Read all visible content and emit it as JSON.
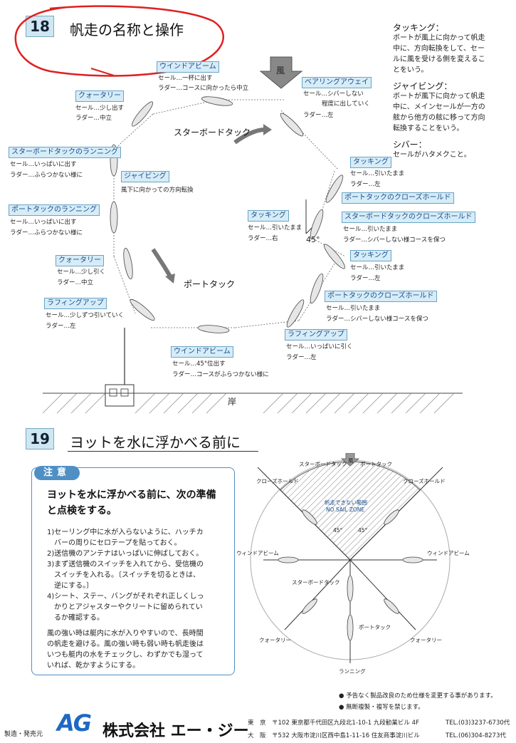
{
  "section18": {
    "number": "18",
    "title": "帆走の名称と操作",
    "wind": "風",
    "starboard_tack": "スターボードタック",
    "port_tack": "ポートタック",
    "shore": "岸",
    "angle45": "45°",
    "labels": {
      "windabeam_top": "ウインドアビーム",
      "windabeam_top_l1": "セール…一杯に出す",
      "windabeam_top_l2": "ラダー…コースに向かったら中立",
      "quartering_top": "クォータリー",
      "quartering_top_l1": "セール…少し出す",
      "quartering_top_l2": "ラダー…中立",
      "bearaway": "ベアリングアウェイ",
      "bearaway_l1": "セール…シバーしない",
      "bearaway_l2": "程度に出していく",
      "bearaway_l3": "ラダー…左",
      "sb_running": "スターボードタックのランニング",
      "sb_running_l1": "セール…いっぱいに出す",
      "sb_running_l2": "ラダー…ふらつかない様に",
      "jibing": "ジャイビング",
      "jibing_l1": "風下に向かっての方向転換",
      "p_running": "ポートタックのランニング",
      "p_running_l1": "セール…いっぱいに出す",
      "p_running_l2": "ラダー…ふらつかない様に",
      "tacking_r1": "タッキング",
      "tacking_r1_l1": "セール…引いたまま",
      "tacking_r1_l2": "ラダー…左",
      "p_closehauled_r1": "ポートタックのクローズホールド",
      "sb_closehauled": "スターボードタックのクローズホールド",
      "sb_closehauled_l1": "セール…引いたまま",
      "sb_closehauled_l2": "ラダー…シバーしない様コースを保つ",
      "tacking_mid": "タッキング",
      "tacking_mid_l1": "セール…引いたまま",
      "tacking_mid_l2": "ラダー…右",
      "quartering_low": "クォータリー",
      "quartering_low_l1": "セール…少し引く",
      "quartering_low_l2": "ラダー…中立",
      "tacking_r2": "タッキング",
      "tacking_r2_l1": "セール…引いたまま",
      "tacking_r2_l2": "ラダー…左",
      "p_closehauled_r2": "ポートタックのクローズホールド",
      "p_closehauled_r2_l1": "セール…引いたまま",
      "p_closehauled_r2_l2": "ラダー…シバーしない様コースを保つ",
      "luffing_left": "ラフィングアップ",
      "luffing_left_l1": "セール…少しずつ引いていく",
      "luffing_left_l2": "ラダー…左",
      "luffing_right": "ラフィングアップ",
      "luffing_right_l1": "セール…いっぱいに引く",
      "luffing_right_l2": "ラダー…左",
      "windabeam_bottom": "ウインドアビーム",
      "windabeam_bottom_l1": "セール…45°位出す",
      "windabeam_bottom_l2": "ラダー…コースがふらつかない様に"
    },
    "definitions": {
      "tacking_head": "タッキング：",
      "tacking_lines": [
        "ボートが風上に向かって帆走",
        "中に、方向転換をして、セー",
        "ルに風を受ける側を変えるこ",
        "とをいう。"
      ],
      "jibing_head": "ジャイビング：",
      "jibing_lines": [
        "ボートが風下に向かって帆走",
        "中に、メインセールが一方の",
        "舷から他方の舷に移って方向",
        "転換することをいう。"
      ],
      "shiver_head": "シバー：",
      "shiver_lines": [
        "セールがハタメクこと。"
      ]
    }
  },
  "section19": {
    "number": "19",
    "title": "ヨットを水に浮かべる前に",
    "caution_label": "注意",
    "caution_lead": [
      "ヨットを水に浮かべる前に、次の準備",
      "と点検をする。"
    ],
    "items": [
      "1)セーリング中に水が入らないように、ハッチカ",
      "　バーの周りにセロテープを貼っておく。",
      "2)送信機のアンテナはいっぱいに伸ばしておく。",
      "3)まず送信機のスイッチを入れてから、受信機の",
      "　スイッチを入れる。〔スイッチを切るときは、",
      "　逆にする。〕",
      "4)シート、ステー、バングがそれぞれ正しくしっ",
      "　かりとアジャスターやクリートに留められてい",
      "　るか確認する。"
    ],
    "notes": [
      "風の強い時は艇内に水が入りやすいので、長時間",
      "の帆走を避ける。風の強い時も弱い時も帆走後は",
      "いつも艇内の水をチェックし、わずかでも湿って",
      "いれば、乾かすようにする。"
    ],
    "diagram": {
      "wind": "風",
      "starboard_tack_top": "スターボードタック",
      "port_tack_top": "ポートタック",
      "closehauled_left": "クローズホールド",
      "closehauled_right": "クローズホールド",
      "nosail_jp": "帆走できない範囲",
      "nosail_en": "NO SAIL ZONE",
      "angle_left": "45°",
      "angle_right": "45°",
      "windabeam_left": "ウィンドアビーム",
      "windabeam_right": "ウィンドアビーム",
      "starboard_tack_mid": "スターボードタック",
      "port_tack_mid": "ポートタック",
      "quartering_left": "クォータリー",
      "quartering_right": "クォータリー",
      "running": "ランニング"
    }
  },
  "footer": {
    "note1": "● 予告なく製品改良のため仕様を変更する事があります。",
    "note2": "● 無断複製・複写を禁じます。",
    "maker_label": "製造・発売元",
    "logo": "AG",
    "company": "株式会社 エー・ジー",
    "tokyo": "東　京　〒102 東京都千代田区九段北1-10-1 九段勧業ビル 4F",
    "tokyo_tel": "TEL.(03)3237-6730代",
    "osaka": "大　阪　〒532 大阪市淀川区西中島1-11-16 住友商事淀川ビル",
    "osaka_tel": "TEL.(06)304-8273代"
  },
  "colors": {
    "accent_blue": "#4f8fc4",
    "tag_fill": "#d6ecf7",
    "annotation_red": "#e02020"
  }
}
